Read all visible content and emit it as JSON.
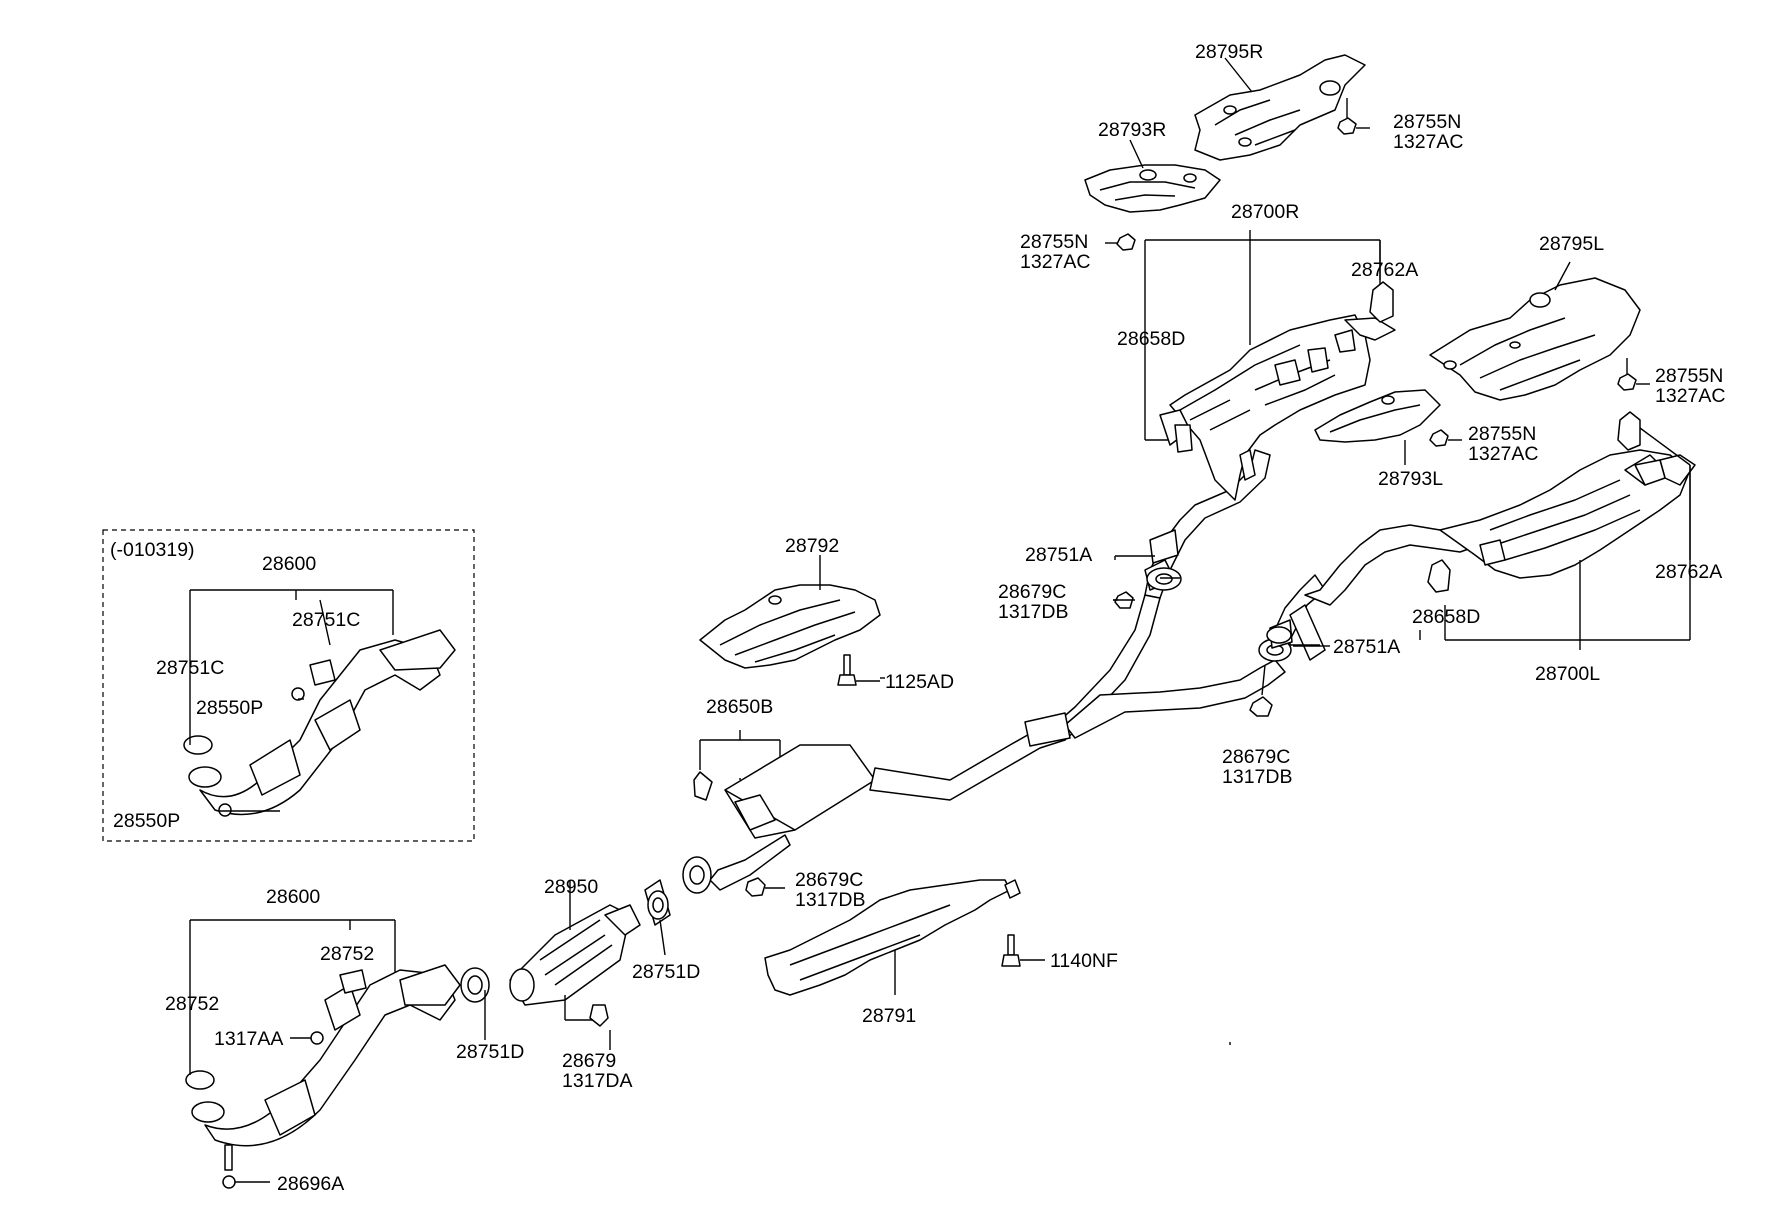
{
  "labels": {
    "l_28795R": "28795R",
    "l_28755N_a": "28755N",
    "l_1327AC_a": "1327AC",
    "l_28793R": "28793R",
    "l_28700R": "28700R",
    "l_28755N_b": "28755N",
    "l_1327AC_b": "1327AC",
    "l_28762A_a": "28762A",
    "l_28795L": "28795L",
    "l_28658D_a": "28658D",
    "l_28755N_c": "28755N",
    "l_1327AC_c": "1327AC",
    "l_28755N_d": "28755N",
    "l_1327AC_d": "1327AC",
    "l_28793L": "28793L",
    "l_28762A_b": "28762A",
    "l_28751A_a": "28751A",
    "l_28679C_a": "28679C",
    "l_1317DB_a": "1317DB",
    "l_28658D_b": "28658D",
    "l_28751A_b": "28751A",
    "l_28700L": "28700L",
    "l_28679C_b": "28679C",
    "l_1317DB_b": "1317DB",
    "l_28792": "28792",
    "l_1125AD": "1125AD",
    "l_28650B": "28650B",
    "l_28679C_c": "28679C",
    "l_1317DB_c": "1317DB",
    "l_1140NF": "1140NF",
    "l_28791": "28791",
    "l_28950": "28950",
    "l_28751D_a": "28751D",
    "l_28751D_b": "28751D",
    "l_28679": "28679",
    "l_1317DA": "1317DA",
    "l_28600_b": "28600",
    "l_28752_a": "28752",
    "l_28752_b": "28752",
    "l_1317AA": "1317AA",
    "l_28696A": "28696A",
    "l_010319": "(-010319)",
    "l_28600_a": "28600",
    "l_28751C_a": "28751C",
    "l_28751C_b": "28751C",
    "l_28550P_a": "28550P",
    "l_28550P_b": "28550P"
  }
}
